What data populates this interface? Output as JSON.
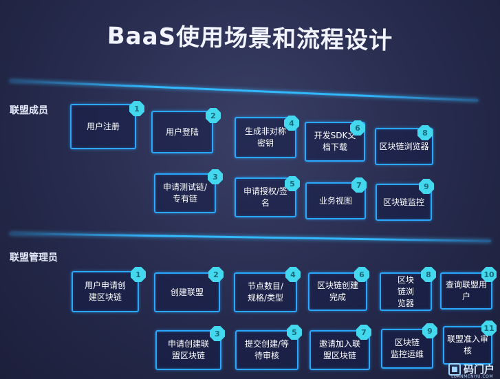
{
  "title": "BaaS使用场景和流程设计",
  "sections": [
    {
      "label": "联盟成员",
      "boxes": [
        {
          "text": "用户注册",
          "badge": "1"
        },
        {
          "text": "用户登陆",
          "badge": "2"
        },
        {
          "text": "生成非对称\n密钥",
          "badge": "4"
        },
        {
          "text": "开发SDK文\n档下载",
          "badge": "6"
        },
        {
          "text": "区块链浏览器",
          "badge": "8"
        },
        {
          "text": "申请测试链/\n专有链",
          "badge": "3"
        },
        {
          "text": "申请授权/签\n名",
          "badge": "5"
        },
        {
          "text": "业务视图",
          "badge": "7"
        },
        {
          "text": "区块链监控",
          "badge": "9"
        }
      ]
    },
    {
      "label": "联盟管理员",
      "boxes": [
        {
          "text": "用户申请创\n建区块链",
          "badge": "1"
        },
        {
          "text": "创建联盟",
          "badge": "2"
        },
        {
          "text": "节点数目/\n规格/类型",
          "badge": "4"
        },
        {
          "text": "区块链创建\n完成",
          "badge": "6"
        },
        {
          "text": "区块\n链浏\n览器",
          "badge": "8"
        },
        {
          "text": "查询联盟用户",
          "badge": "10"
        },
        {
          "text": "申请创建联\n盟区块链",
          "badge": "3"
        },
        {
          "text": "提交创建/等\n待审核",
          "badge": "5"
        },
        {
          "text": "邀请加入联\n盟区块链",
          "badge": "7"
        },
        {
          "text": "区块链\n监控运维",
          "badge": "9"
        },
        {
          "text": "联盟准入审核",
          "badge": "11"
        }
      ]
    }
  ],
  "watermark": {
    "logo_text": "码门户",
    "sub_text": "LUANMENHU.COM"
  },
  "colors": {
    "accent": "#2aa8ff",
    "badge": "#43d8ee",
    "background": "#262a4c"
  }
}
